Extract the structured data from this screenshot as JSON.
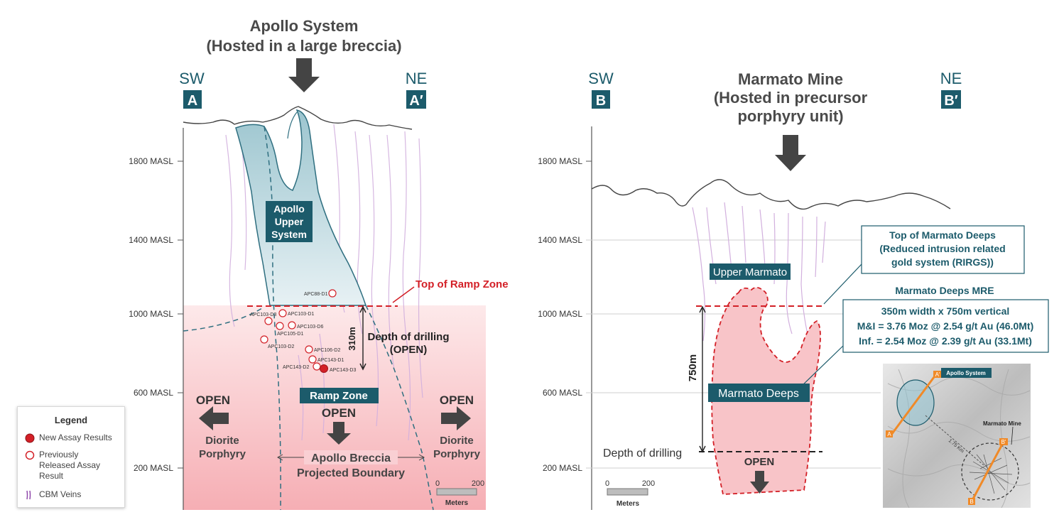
{
  "left_section": {
    "title_line1": "Apollo System",
    "title_line2": "(Hosted in a large breccia)",
    "dir_left": "SW",
    "dir_right": "NE",
    "marker_left": "A",
    "marker_right": "A′",
    "elevations": [
      "1800 MASL",
      "1400 MASL",
      "1000 MASL",
      "600 MASL",
      "200 MASL"
    ],
    "upper_system_label": [
      "Apollo",
      "Upper",
      "System"
    ],
    "top_ramp_label": "Top of Ramp Zone",
    "depth_measure": "310m",
    "depth_label_line1": "Depth of drilling",
    "depth_label_line2": "(OPEN)",
    "ramp_zone_label": "Ramp Zone",
    "open_center": "OPEN",
    "open_left": "OPEN",
    "open_right": "OPEN",
    "rock_left": [
      "Diorite",
      "Porphyry"
    ],
    "rock_right": [
      "Diorite",
      "Porphyry"
    ],
    "breccia_label": [
      "Apollo Breccia",
      "Projected Boundary"
    ],
    "scale": {
      "zero": "0",
      "max": "200",
      "unit": "Meters"
    },
    "drillholes": [
      {
        "name": "APC88-D1",
        "status": "previous"
      },
      {
        "name": "APC103-D3",
        "status": "previous"
      },
      {
        "name": "APC103-D1",
        "status": "previous"
      },
      {
        "name": "APC103-D6",
        "status": "previous"
      },
      {
        "name": "APC105-D1",
        "status": "previous"
      },
      {
        "name": "APC103-D2",
        "status": "previous"
      },
      {
        "name": "APC106-D2",
        "status": "previous"
      },
      {
        "name": "APC143-D1",
        "status": "previous"
      },
      {
        "name": "APC143-D2",
        "status": "previous"
      },
      {
        "name": "APC143-D3",
        "status": "new"
      }
    ]
  },
  "legend": {
    "title": "Legend",
    "items": [
      {
        "label": "New Assay Results",
        "icon": "filled-red-circle"
      },
      {
        "label": "Previously Released Assay Result",
        "icon": "hollow-red-circle"
      },
      {
        "label": "CBM Veins",
        "icon": "vein-lines-icon"
      }
    ]
  },
  "right_section": {
    "title_line1": "Marmato Mine",
    "title_line2": "(Hosted in precursor",
    "title_line3": "porphyry unit)",
    "dir_left": "SW",
    "dir_right": "NE",
    "marker_left": "B",
    "marker_right": "B′",
    "elevations": [
      "1800 MASL",
      "1400 MASL",
      "1000 MASL",
      "600 MASL",
      "200 MASL"
    ],
    "upper_label": "Upper Marmato",
    "deeps_label": "Marmato Deeps",
    "top_deeps_box": [
      "Top of Marmato Deeps",
      "(Reduced intrusion related",
      "gold system (RIRGS))"
    ],
    "mre_title": "Marmato Deeps MRE",
    "mre_lines": [
      "350m width x 750m vertical",
      "M&I = 3.76 Moz @ 2.54 g/t Au (46.0Mt)",
      "Inf. = 2.54 Moz @ 2.39 g/t Au (33.1Mt)"
    ],
    "depth_measure": "750m",
    "depth_label": "Depth of drilling",
    "open_label": "OPEN",
    "scale": {
      "zero": "0",
      "max": "200",
      "unit": "Meters"
    },
    "inset": {
      "apollo_label": "Apollo System",
      "marmato_label": "Marmato Mine",
      "distance": "1.75 Km",
      "a": "A",
      "a_prime": "A'",
      "b": "B",
      "b_prime": "B'"
    }
  },
  "colors": {
    "teal_dark": "#1c5b6b",
    "teal_fill": "#a9cdd6",
    "red": "#d32027",
    "pink": "#f8c4c8",
    "vein": "#c9a3d6",
    "arrow": "#444444",
    "inset_orange": "#f08a28"
  }
}
